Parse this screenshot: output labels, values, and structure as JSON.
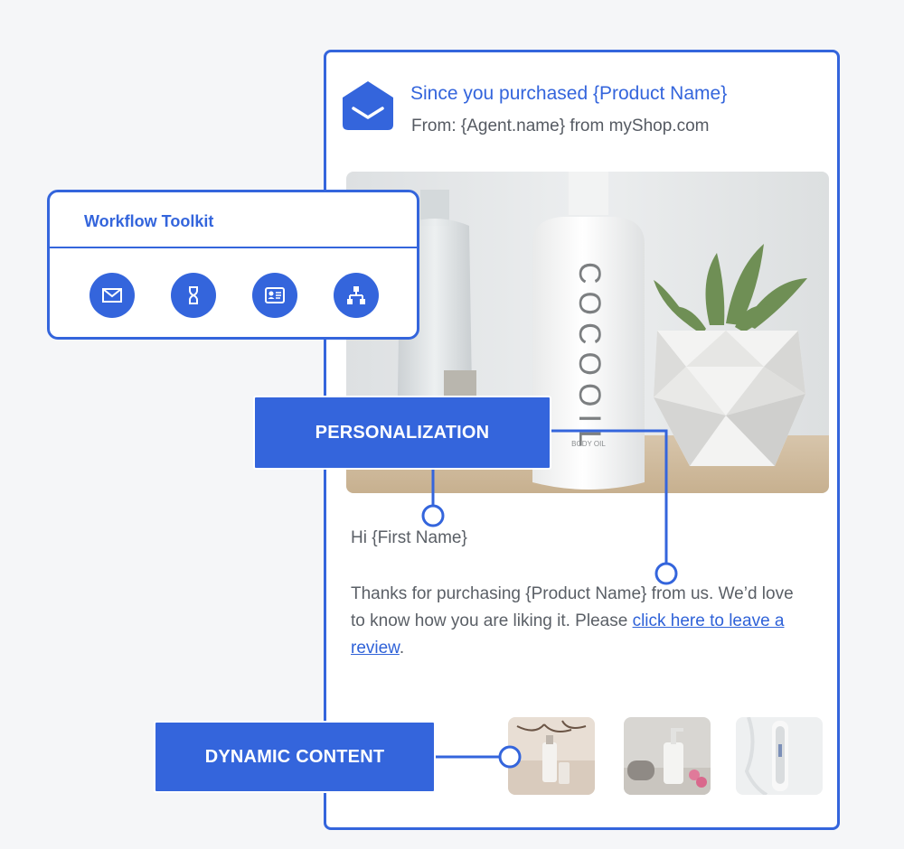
{
  "email": {
    "subject": "Since you purchased {Product Name}",
    "from": "From: {Agent.name} from myShop.com",
    "greeting": "Hi {First Name}",
    "body_line": "Thanks for purchasing {Product Name} from us. We’d love to know how you are liking it. Please ",
    "link_text": "click here to leave a review",
    "link_suffix": ".",
    "hero_bottle_text": "COCOOIL",
    "hero_bottle_subtext": "BODY OIL"
  },
  "toolkit": {
    "title": "Workflow Toolkit",
    "tools": [
      {
        "icon": "envelope-icon"
      },
      {
        "icon": "hourglass-icon"
      },
      {
        "icon": "contact-card-icon"
      },
      {
        "icon": "flowchart-icon"
      }
    ]
  },
  "labels": {
    "personalization": "PERSONALIZATION",
    "dynamic_content": "DYNAMIC CONTENT"
  },
  "colors": {
    "accent": "#3465dc",
    "text": "#5a5f66",
    "background": "#f5f6f8"
  }
}
